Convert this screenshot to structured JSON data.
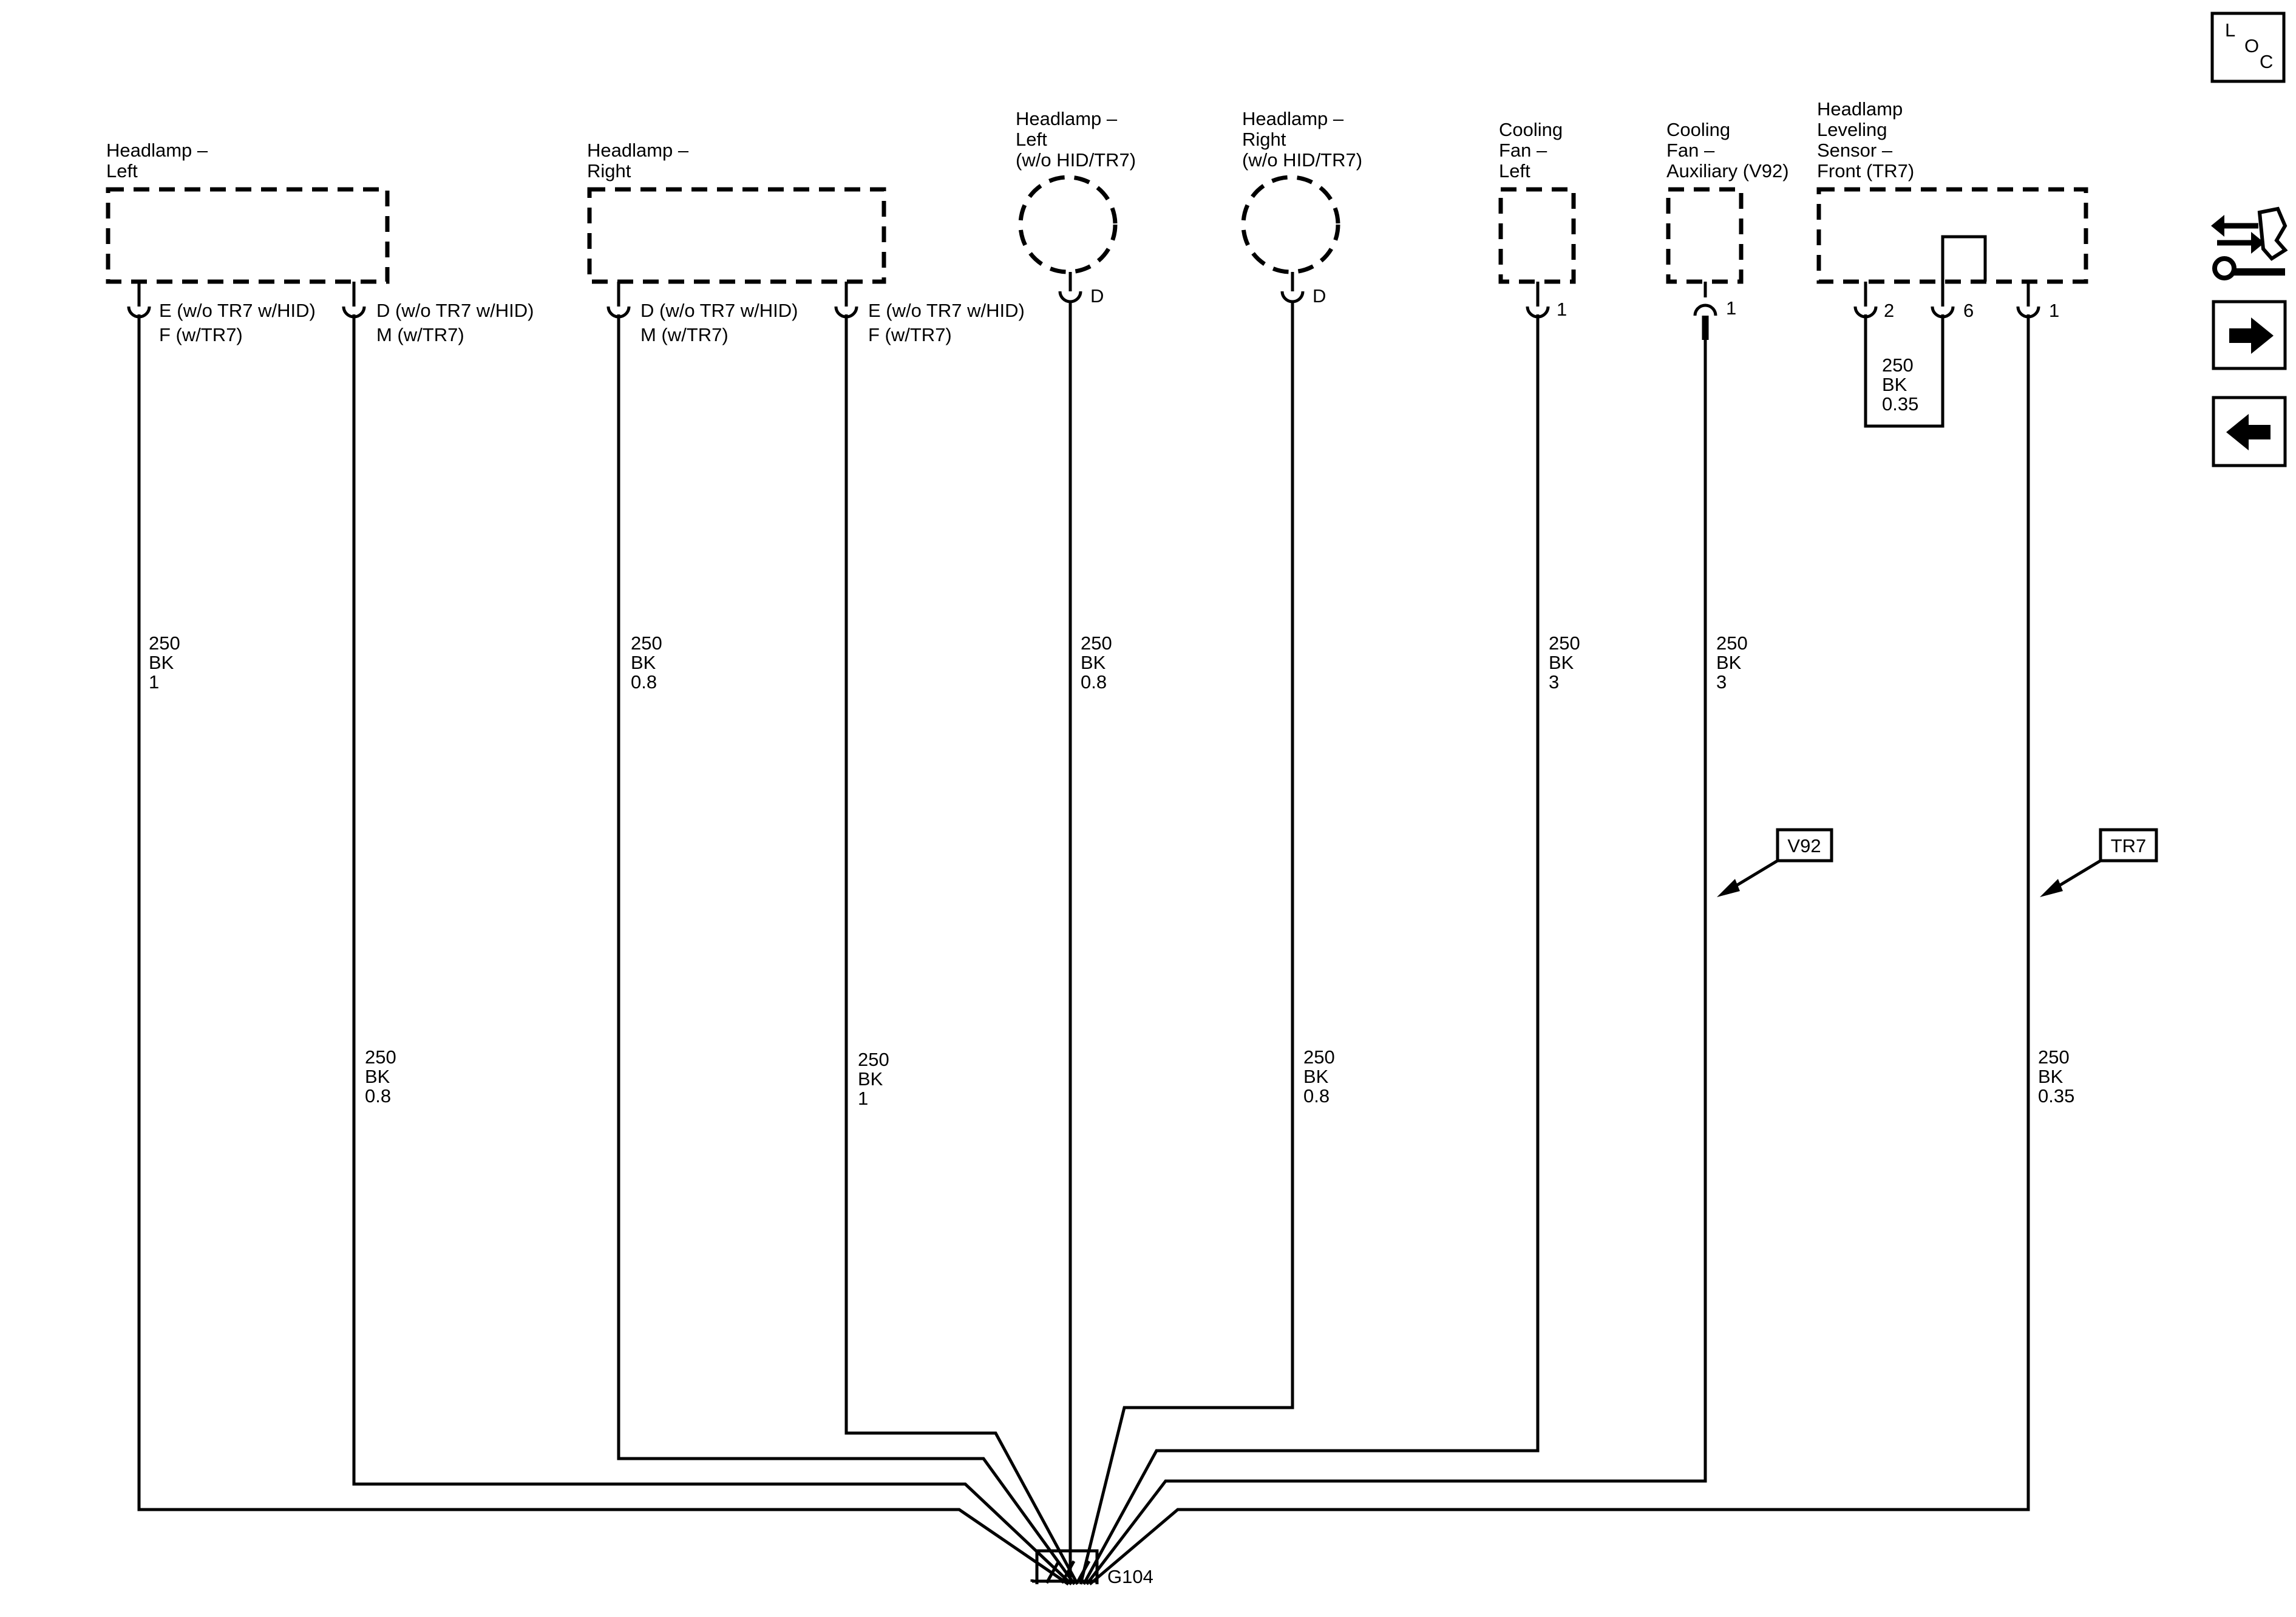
{
  "components": {
    "headlamp_left": [
      "Headlamp –",
      "Left"
    ],
    "headlamp_right": [
      "Headlamp –",
      "Right"
    ],
    "headlamp_left_nohid": [
      "Headlamp –",
      "Left",
      "(w/o HID/TR7)"
    ],
    "headlamp_right_nohid": [
      "Headlamp –",
      "Right",
      "(w/o HID/TR7)"
    ],
    "cooling_fan_left": [
      "Cooling",
      "Fan –",
      "Left"
    ],
    "cooling_fan_aux": [
      "Cooling",
      "Fan –",
      "Auxiliary (V92)"
    ],
    "leveling_sensor": [
      "Headlamp",
      "Leveling",
      "Sensor –",
      "Front (TR7)"
    ]
  },
  "pins": {
    "hl_left_1": [
      "E (w/o TR7 w/HID)",
      "F (w/TR7)"
    ],
    "hl_left_2": [
      "D (w/o TR7 w/HID)",
      "M (w/TR7)"
    ],
    "hl_right_1": [
      "D (w/o TR7 w/HID)",
      "M (w/TR7)"
    ],
    "hl_right_2": [
      "E (w/o TR7 w/HID)",
      "F (w/TR7)"
    ],
    "hl_left_nohid": "D",
    "hl_right_nohid": "D",
    "fan_left": "1",
    "fan_aux": "1",
    "sensor_a": "2",
    "sensor_b": "6",
    "sensor_c": "1"
  },
  "wires": {
    "w1": [
      "250",
      "BK",
      "1"
    ],
    "w2": [
      "250",
      "BK",
      "0.8"
    ],
    "w3": [
      "250",
      "BK",
      "0.8"
    ],
    "w4": [
      "250",
      "BK",
      "1"
    ],
    "w5": [
      "250",
      "BK",
      "0.8"
    ],
    "w6": [
      "250",
      "BK",
      "0.8"
    ],
    "w7": [
      "250",
      "BK",
      "3"
    ],
    "w8": [
      "250",
      "BK",
      "3"
    ],
    "w9": [
      "250",
      "BK",
      "0.35"
    ],
    "w10": [
      "250",
      "BK",
      "0.35"
    ]
  },
  "callouts": {
    "v92": "V92",
    "tr7": "TR7"
  },
  "ground": "G104",
  "nav": {
    "loc": [
      "L",
      "O",
      "C"
    ]
  }
}
